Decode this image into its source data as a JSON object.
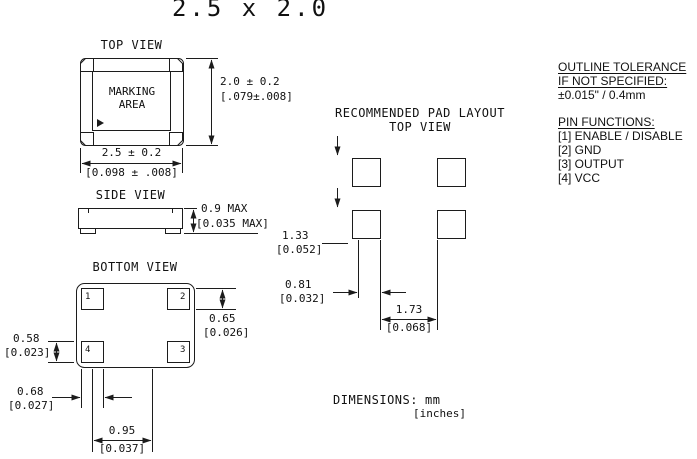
{
  "title": "2.5 x 2.0",
  "top_view": {
    "label": "TOP VIEW",
    "marking": "MARKING\nAREA",
    "height_mm": "2.0 ± 0.2",
    "height_in": "[.079±.008]",
    "width_mm": "2.5 ± 0.2",
    "width_in": "[0.098 ± .008]"
  },
  "side_view": {
    "label": "SIDE VIEW",
    "height_mm": "0.9 MAX",
    "height_in": "[0.035 MAX]"
  },
  "bottom_view": {
    "label": "BOTTOM VIEW",
    "pad1": "1",
    "pad2": "2",
    "pad3": "3",
    "pad4": "4",
    "pad_height_mm": "0.65",
    "pad_height_in": "[0.026]",
    "pad_offset_mm": "0.58",
    "pad_offset_in": "[0.023]",
    "pad_width_mm": "0.68",
    "pad_width_in": "[0.027]",
    "pad_pitch_mm": "0.95",
    "pad_pitch_in": "[0.037]"
  },
  "pad_layout": {
    "label_line1": "RECOMMENDED PAD LAYOUT",
    "label_line2": "TOP VIEW",
    "pad_size_mm": "1.33",
    "pad_size_in": "[0.052]",
    "gap_mm": "0.81",
    "gap_in": "[0.032]",
    "pitch_mm": "1.73",
    "pitch_in": "[0.068]"
  },
  "notes": {
    "tolerance_line1": "OUTLINE TOLERANCE",
    "tolerance_line2": "IF NOT SPECIFIED:",
    "tolerance_value": "±0.015\" / 0.4mm",
    "pin_functions_title": "PIN FUNCTIONS:",
    "pins": [
      "[1] ENABLE / DISABLE",
      "[2] GND",
      "[3] OUTPUT",
      "[4] VCC"
    ]
  },
  "footer": {
    "label": "DIMENSIONS:",
    "unit_mm": "mm",
    "unit_in": "[inches]"
  }
}
